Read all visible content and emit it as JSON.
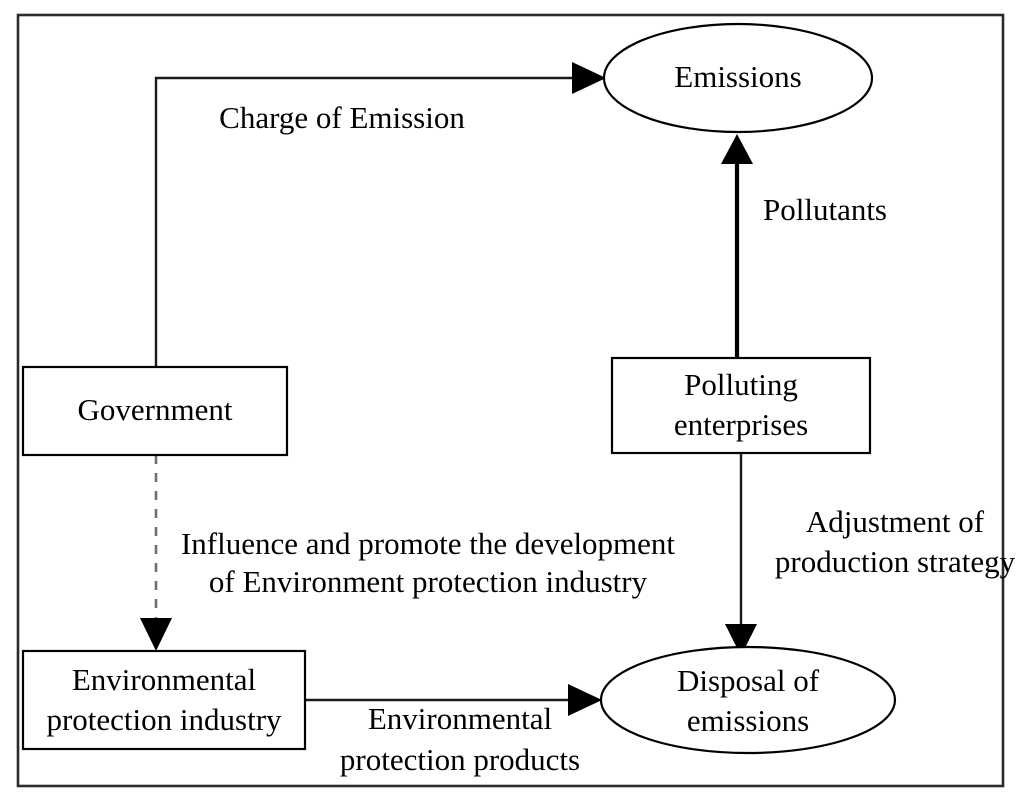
{
  "diagram": {
    "title": "Environmental governance interaction diagram",
    "frame": {
      "label": "diagram-border"
    },
    "nodes": [
      {
        "id": "emissions",
        "label": "Emissions",
        "shape": "ellipse"
      },
      {
        "id": "government",
        "label": "Government",
        "shape": "rectangle"
      },
      {
        "id": "polluting-enterprises",
        "label_line1": "Polluting",
        "label_line2": "enterprises",
        "shape": "rectangle"
      },
      {
        "id": "environmental-protection-industry",
        "label_line1": "Environmental",
        "label_line2": "protection industry",
        "shape": "rectangle"
      },
      {
        "id": "disposal-of-emissions",
        "label_line1": "Disposal of",
        "label_line2": "emissions",
        "shape": "ellipse"
      }
    ],
    "edges": [
      {
        "id": "government-to-emissions",
        "label": "Charge of Emission",
        "style": "solid",
        "from": "government",
        "to": "emissions"
      },
      {
        "id": "enterprises-to-emissions",
        "label": "Pollutants",
        "style": "solid-thick",
        "from": "polluting-enterprises",
        "to": "emissions"
      },
      {
        "id": "government-to-industry",
        "label_line1": "Influence and promote the development",
        "label_line2": "of Environment protection industry",
        "style": "dashed",
        "from": "government",
        "to": "environmental-protection-industry"
      },
      {
        "id": "enterprises-to-disposal",
        "label_line1": "Adjustment of",
        "label_line2": "production strategy",
        "style": "solid",
        "from": "polluting-enterprises",
        "to": "disposal-of-emissions"
      },
      {
        "id": "industry-to-disposal",
        "label_line1": "Environmental",
        "label_line2": "protection products",
        "style": "solid",
        "from": "environmental-protection-industry",
        "to": "disposal-of-emissions"
      }
    ],
    "colors": {
      "stroke": "#000000",
      "frame": "#2b2b2b",
      "dashed": "#6e6e6e",
      "background": "#ffffff",
      "text": "#000000"
    }
  }
}
